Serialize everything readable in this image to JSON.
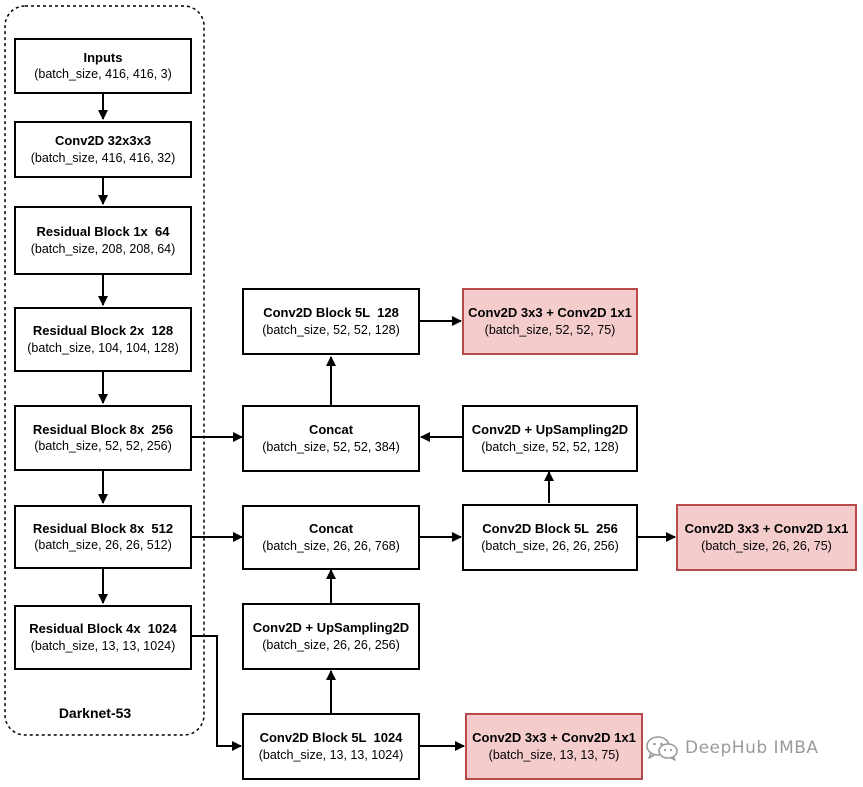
{
  "diagram": {
    "group_label": "Darknet-53",
    "watermark": "DeepHub IMBA",
    "colors": {
      "output_fill": "#f4cccc",
      "output_border": "#b84a4a",
      "line": "#000000",
      "watermark": "#9a9a9a"
    },
    "nodes": {
      "inputs": {
        "title": "Inputs",
        "shape": "(batch_size, 416, 416, 3)"
      },
      "conv2d_32": {
        "title": "Conv2D 32x3x3",
        "shape": "(batch_size, 416, 416, 32)"
      },
      "res1": {
        "title": "Residual Block 1x  64",
        "shape": "(batch_size, 208, 208, 64)"
      },
      "res2": {
        "title": "Residual Block 2x  128",
        "shape": "(batch_size, 104, 104, 128)"
      },
      "res8_256": {
        "title": "Residual Block 8x  256",
        "shape": "(batch_size, 52, 52, 256)"
      },
      "res8_512": {
        "title": "Residual Block 8x  512",
        "shape": "(batch_size, 26, 26, 512)"
      },
      "res4_1024": {
        "title": "Residual Block 4x  1024",
        "shape": "(batch_size, 13, 13, 1024)"
      },
      "block5l_128": {
        "title": "Conv2D Block 5L  128",
        "shape": "(batch_size, 52, 52, 128)"
      },
      "out_52": {
        "title": "Conv2D 3x3 + Conv2D 1x1",
        "shape": "(batch_size, 52, 52, 75)"
      },
      "concat_52": {
        "title": "Concat",
        "shape": "(batch_size, 52, 52, 384)"
      },
      "upsample_52": {
        "title": "Conv2D + UpSampling2D",
        "shape": "(batch_size, 52, 52, 128)"
      },
      "concat_26": {
        "title": "Concat",
        "shape": "(batch_size, 26, 26, 768)"
      },
      "block5l_256": {
        "title": "Conv2D Block 5L  256",
        "shape": "(batch_size, 26, 26, 256)"
      },
      "out_26": {
        "title": "Conv2D 3x3 + Conv2D 1x1",
        "shape": "(batch_size, 26, 26, 75)"
      },
      "upsample_26": {
        "title": "Conv2D + UpSampling2D",
        "shape": "(batch_size, 26, 26, 256)"
      },
      "block5l_1024": {
        "title": "Conv2D Block 5L  1024",
        "shape": "(batch_size, 13, 13, 1024)"
      },
      "out_13": {
        "title": "Conv2D 3x3 + Conv2D 1x1",
        "shape": "(batch_size, 13, 13, 75)"
      }
    }
  }
}
